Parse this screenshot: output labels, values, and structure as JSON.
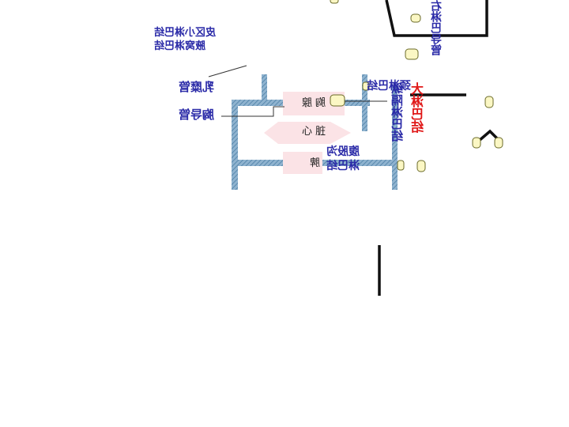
{
  "labels": {
    "skin_lymph_line1": "皮区小淋巴结",
    "skin_lymph_line2": "腋窝淋巴结",
    "lymph_duct_left": "乳糜管",
    "thoracic_duct_left": "胸导管",
    "thymus": "胸 腺",
    "heart": "心 脏",
    "aortic_lymph": "腹股沟淋巴结",
    "spleen": "脾",
    "right_col_1": "颈淋巴结",
    "right_col_2": "纵隔淋巴结",
    "right_col_3": "大淋巴结",
    "top_right": "右淋巴导管"
  },
  "colors": {
    "vessel": "#5b8fb4",
    "vessel_hatch": "#8fb3cf",
    "node_fill": "#fbf7c4",
    "node_stroke": "#6b6b2a",
    "pink": "#fbe3e6",
    "blue_text": "#2b2ba8",
    "red_text": "#e01818"
  }
}
